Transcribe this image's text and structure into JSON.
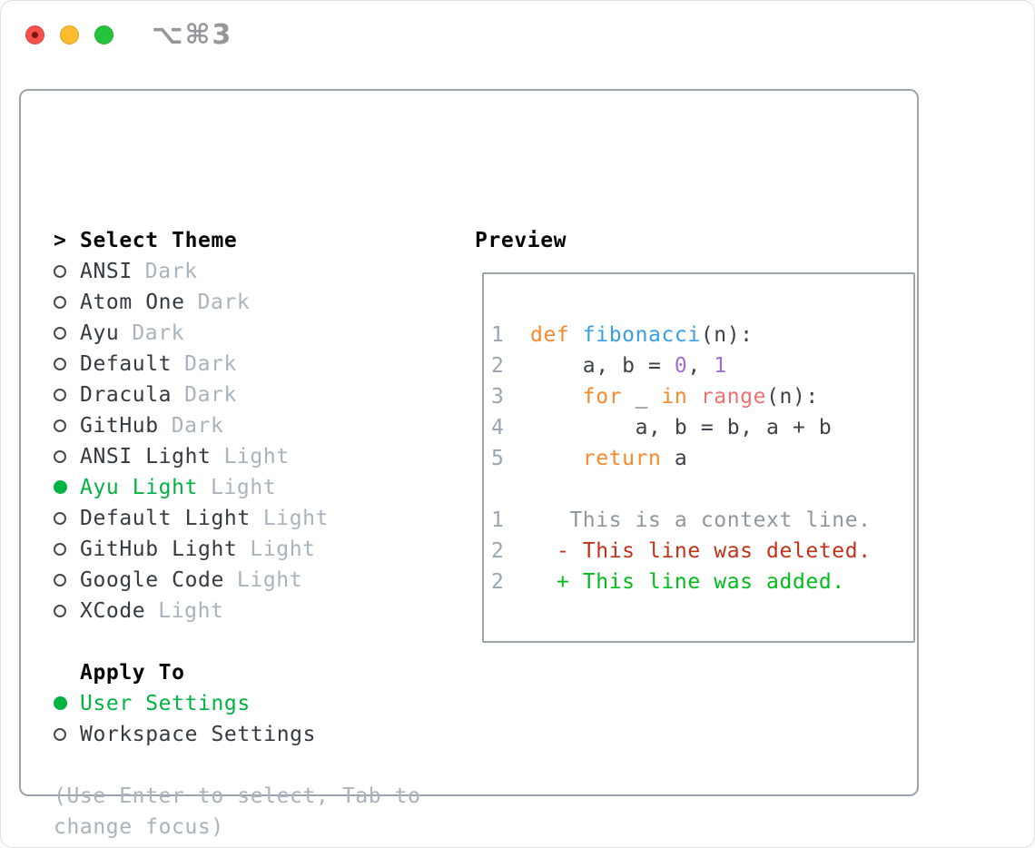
{
  "window": {
    "title": "⌥⌘3",
    "buttons": [
      "close",
      "minimize",
      "zoom"
    ]
  },
  "colors": {
    "keyword_orange": "#f8892c",
    "function_blue": "#389ee6",
    "number_purple": "#a06ed4",
    "call_coral": "#f07171",
    "code_fg": "#3c424c",
    "line_number": "#9aa5b3",
    "context_gray": "#8e979e",
    "deleted_red": "#c33118",
    "added_green": "#00bd1c",
    "selected_green": "#00b342",
    "tag_gray": "#a9b3bd",
    "label_dark": "#343a42",
    "border_gray": "#9ba3ad",
    "titlebar_gray": "#96969a",
    "traffic_red": "#f6514b",
    "traffic_yellow": "#fdbb2d",
    "traffic_green": "#27c33d"
  },
  "left": {
    "header_marker": ">",
    "header": "Select Theme",
    "themes": [
      {
        "name": "ANSI",
        "tag": "Dark",
        "selected": false
      },
      {
        "name": "Atom One",
        "tag": "Dark",
        "selected": false
      },
      {
        "name": "Ayu",
        "tag": "Dark",
        "selected": false
      },
      {
        "name": "Default",
        "tag": "Dark",
        "selected": false
      },
      {
        "name": "Dracula",
        "tag": "Dark",
        "selected": false
      },
      {
        "name": "GitHub",
        "tag": "Dark",
        "selected": false
      },
      {
        "name": "ANSI Light",
        "tag": "Light",
        "selected": false
      },
      {
        "name": "Ayu Light",
        "tag": "Light",
        "selected": true
      },
      {
        "name": "Default Light",
        "tag": "Light",
        "selected": false
      },
      {
        "name": "GitHub Light",
        "tag": "Light",
        "selected": false
      },
      {
        "name": "Google Code",
        "tag": "Light",
        "selected": false
      },
      {
        "name": "XCode",
        "tag": "Light",
        "selected": false
      }
    ],
    "apply_to": {
      "header": "Apply To",
      "options": [
        {
          "label": "User Settings",
          "selected": true
        },
        {
          "label": "Workspace Settings",
          "selected": false
        }
      ]
    },
    "hint_lines": [
      "(Use Enter to select, Tab to",
      "change focus)"
    ]
  },
  "preview": {
    "title": "Preview",
    "lines": [
      {
        "num": "1",
        "segments": [
          {
            "text": "def ",
            "color": "keyword_orange"
          },
          {
            "text": "fibonacci",
            "color": "function_blue"
          },
          {
            "text": "(n):",
            "color": "code_fg"
          }
        ]
      },
      {
        "num": "2",
        "segments": [
          {
            "text": "    a, b = ",
            "color": "code_fg"
          },
          {
            "text": "0",
            "color": "number_purple"
          },
          {
            "text": ", ",
            "color": "code_fg"
          },
          {
            "text": "1",
            "color": "number_purple"
          }
        ]
      },
      {
        "num": "3",
        "segments": [
          {
            "text": "    ",
            "color": "code_fg"
          },
          {
            "text": "for",
            "color": "keyword_orange"
          },
          {
            "text": " _ ",
            "color": "code_fg"
          },
          {
            "text": "in",
            "color": "keyword_orange"
          },
          {
            "text": " ",
            "color": "code_fg"
          },
          {
            "text": "range",
            "color": "call_coral"
          },
          {
            "text": "(n):",
            "color": "code_fg"
          }
        ]
      },
      {
        "num": "4",
        "segments": [
          {
            "text": "        a, b = b, a + b",
            "color": "code_fg"
          }
        ]
      },
      {
        "num": "5",
        "segments": [
          {
            "text": "    ",
            "color": "code_fg"
          },
          {
            "text": "return",
            "color": "keyword_orange"
          },
          {
            "text": " a",
            "color": "code_fg"
          }
        ]
      },
      {
        "num": "",
        "segments": []
      },
      {
        "num": "1",
        "segments": [
          {
            "text": "   This is a context line.",
            "color": "context_gray"
          }
        ]
      },
      {
        "num": "2",
        "segments": [
          {
            "text": "  ",
            "color": "code_fg"
          },
          {
            "text": "- This line was deleted.",
            "color": "deleted_red"
          }
        ]
      },
      {
        "num": "2",
        "segments": [
          {
            "text": "  ",
            "color": "code_fg"
          },
          {
            "text": "+ This line was added.",
            "color": "added_green"
          }
        ]
      }
    ]
  }
}
